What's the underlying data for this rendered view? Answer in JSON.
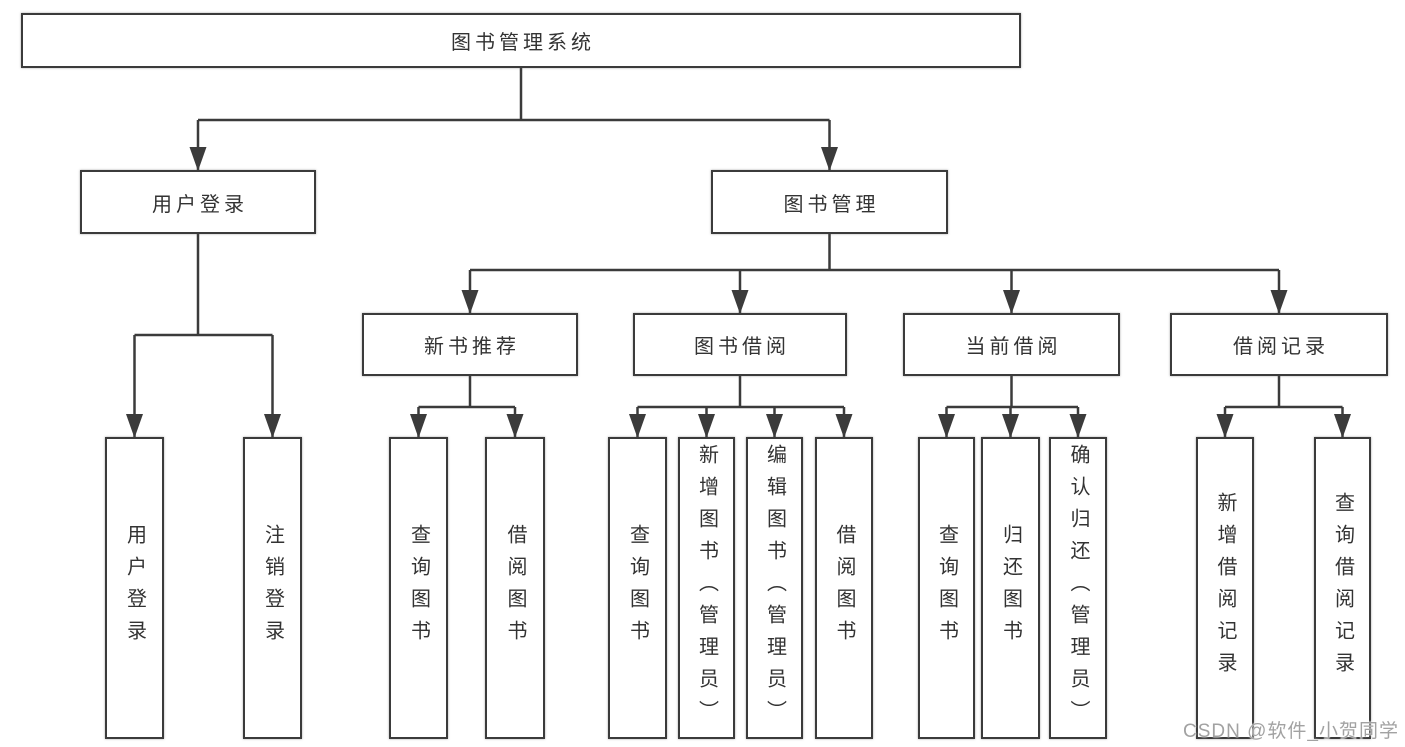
{
  "diagram_title": "图书管理系统",
  "watermark": {
    "text": "CSDN @软件_小贺同学"
  },
  "colors": {
    "line": "#3b3b3b",
    "box_border": "#3b3b3b",
    "text": "#333333",
    "watermark": "#a2a2a2",
    "background": "#ffffff"
  },
  "nodes": [
    {
      "id": "root",
      "label": "图书管理系统",
      "level": 0
    },
    {
      "id": "user-login",
      "label": "用户登录",
      "level": 1
    },
    {
      "id": "book-management",
      "label": "图书管理",
      "level": 1
    },
    {
      "id": "new-book-recommend",
      "label": "新书推荐",
      "level": 2
    },
    {
      "id": "book-borrowing",
      "label": "图书借阅",
      "level": 2
    },
    {
      "id": "current-borrowing",
      "label": "当前借阅",
      "level": 2
    },
    {
      "id": "borrowing-records",
      "label": "借阅记录",
      "level": 2
    },
    {
      "id": "leaf-user-login",
      "label": "用户登录",
      "level": 3
    },
    {
      "id": "leaf-logout",
      "label": "注销登录",
      "level": 3
    },
    {
      "id": "leaf-query-books-1",
      "label": "查询图书",
      "level": 3
    },
    {
      "id": "leaf-borrow-books-1",
      "label": "借阅图书",
      "level": 3
    },
    {
      "id": "leaf-query-books-2",
      "label": "查询图书",
      "level": 3
    },
    {
      "id": "leaf-add-books",
      "label": "新增图书（管理员）",
      "level": 3
    },
    {
      "id": "leaf-edit-books",
      "label": "编辑图书（管理员）",
      "level": 3
    },
    {
      "id": "leaf-borrow-books-2",
      "label": "借阅图书",
      "level": 3
    },
    {
      "id": "leaf-query-books-3",
      "label": "查询图书",
      "level": 3
    },
    {
      "id": "leaf-return-books",
      "label": "归还图书",
      "level": 3
    },
    {
      "id": "leaf-confirm-return",
      "label": "确认归还（管理员）",
      "level": 3
    },
    {
      "id": "leaf-add-borrow-record",
      "label": "新增借阅记录",
      "level": 3
    },
    {
      "id": "leaf-query-borrow-record",
      "label": "查询借阅记录",
      "level": 3
    }
  ],
  "edges": [
    [
      "root",
      "user-login"
    ],
    [
      "root",
      "book-management"
    ],
    [
      "user-login",
      "leaf-user-login"
    ],
    [
      "user-login",
      "leaf-logout"
    ],
    [
      "book-management",
      "new-book-recommend"
    ],
    [
      "book-management",
      "book-borrowing"
    ],
    [
      "book-management",
      "current-borrowing"
    ],
    [
      "book-management",
      "borrowing-records"
    ],
    [
      "new-book-recommend",
      "leaf-query-books-1"
    ],
    [
      "new-book-recommend",
      "leaf-borrow-books-1"
    ],
    [
      "book-borrowing",
      "leaf-query-books-2"
    ],
    [
      "book-borrowing",
      "leaf-add-books"
    ],
    [
      "book-borrowing",
      "leaf-edit-books"
    ],
    [
      "book-borrowing",
      "leaf-borrow-books-2"
    ],
    [
      "current-borrowing",
      "leaf-query-books-3"
    ],
    [
      "current-borrowing",
      "leaf-return-books"
    ],
    [
      "current-borrowing",
      "leaf-confirm-return"
    ],
    [
      "borrowing-records",
      "leaf-add-borrow-record"
    ],
    [
      "borrowing-records",
      "leaf-query-borrow-record"
    ]
  ]
}
